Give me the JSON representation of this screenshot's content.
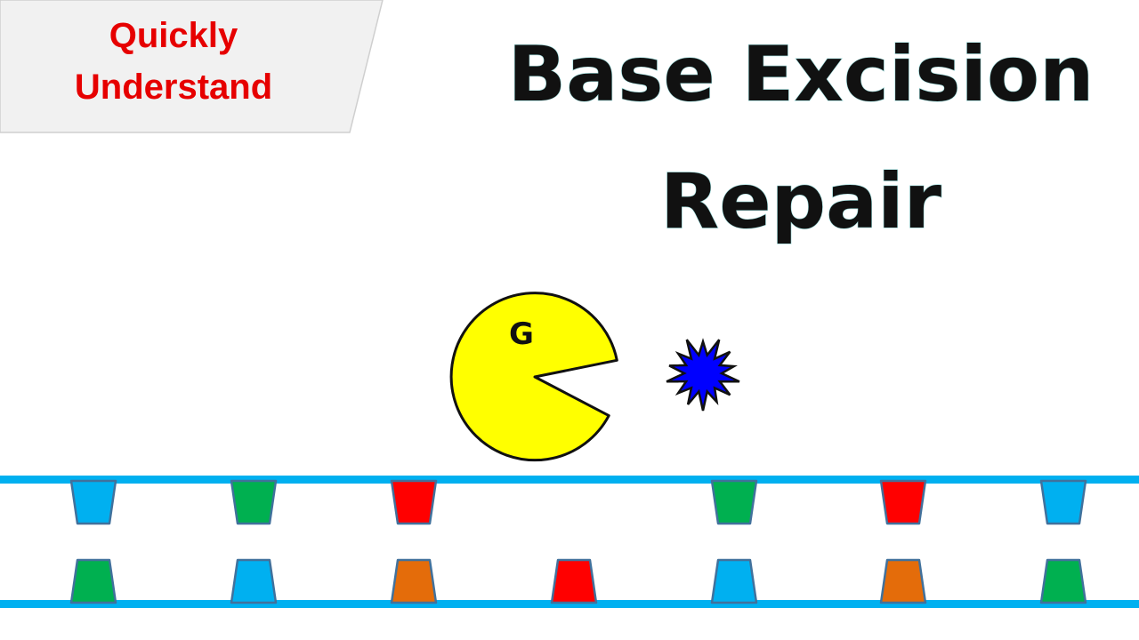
{
  "banner": {
    "line1": "Quickly",
    "line2": "Understand"
  },
  "title": {
    "line1": "Base Excision",
    "line2": "Repair"
  },
  "enzyme": {
    "label": "G",
    "color": "#ffff00"
  },
  "damaged_base": {
    "color": "#0000ff"
  },
  "colors": {
    "backbone": "#00b0f0",
    "outline": "#41719c",
    "light_blue": "#00b0f0",
    "green": "#00b050",
    "red": "#ff0000",
    "orange": "#e46c0a"
  },
  "strands": {
    "top": [
      "light_blue",
      "green",
      "red",
      null,
      "green",
      "red",
      "light_blue"
    ],
    "bottom": [
      "green",
      "light_blue",
      "orange",
      "red",
      "light_blue",
      "orange",
      "green"
    ]
  }
}
